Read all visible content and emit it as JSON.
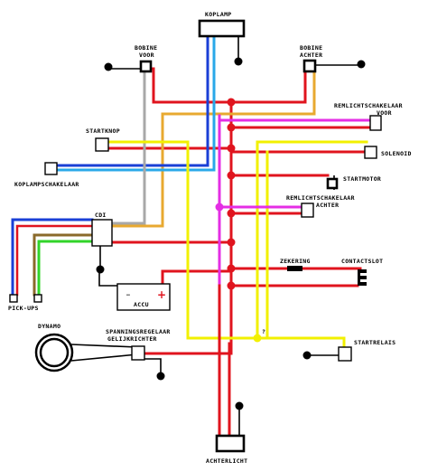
{
  "title": "",
  "labels": {
    "koplamp": "KOPLAMP",
    "bobine_voor_1": "BOBINE",
    "bobine_voor_2": "VOOR",
    "bobine_achter_1": "BOBINE",
    "bobine_achter_2": "ACHTER",
    "remlicht_voor_1": "REMLICHTSCHAKELAAR",
    "remlicht_voor_2": "VOOR",
    "startknop": "STARTKNOP",
    "solenoid": "SOLENOID",
    "startmotor": "STARTMOTOR",
    "koplampschakelaar": "KOPLAMPSCHAKELAAR",
    "remlicht_achter_1": "REMLICHTSCHAKELAAR",
    "remlicht_achter_2": "ACHTER",
    "cdi": "CDI",
    "zekering": "ZEKERING",
    "contactslot": "CONTACTSLOT",
    "accu": "ACCU",
    "accu_minus": "—",
    "accu_plus": "+",
    "pickups": "PICK-UPS",
    "dynamo": "DYNAMO",
    "spanning_1": "SPANNINGSREGELAAR",
    "spanning_2": "GELIJKRICHTER",
    "question": "?",
    "startrelais": "STARTRELAIS",
    "achterlicht": "ACHTERLICHT"
  },
  "colors": {
    "red": "#e0141e",
    "yellow": "#f2f000",
    "orange": "#e8a930",
    "blue": "#1a3fd6",
    "lightblue": "#2aa8e8",
    "grey": "#a8a8a8",
    "brown": "#8a6a2a",
    "green": "#31d42a",
    "magenta": "#e42ee4",
    "black": "#000000"
  }
}
